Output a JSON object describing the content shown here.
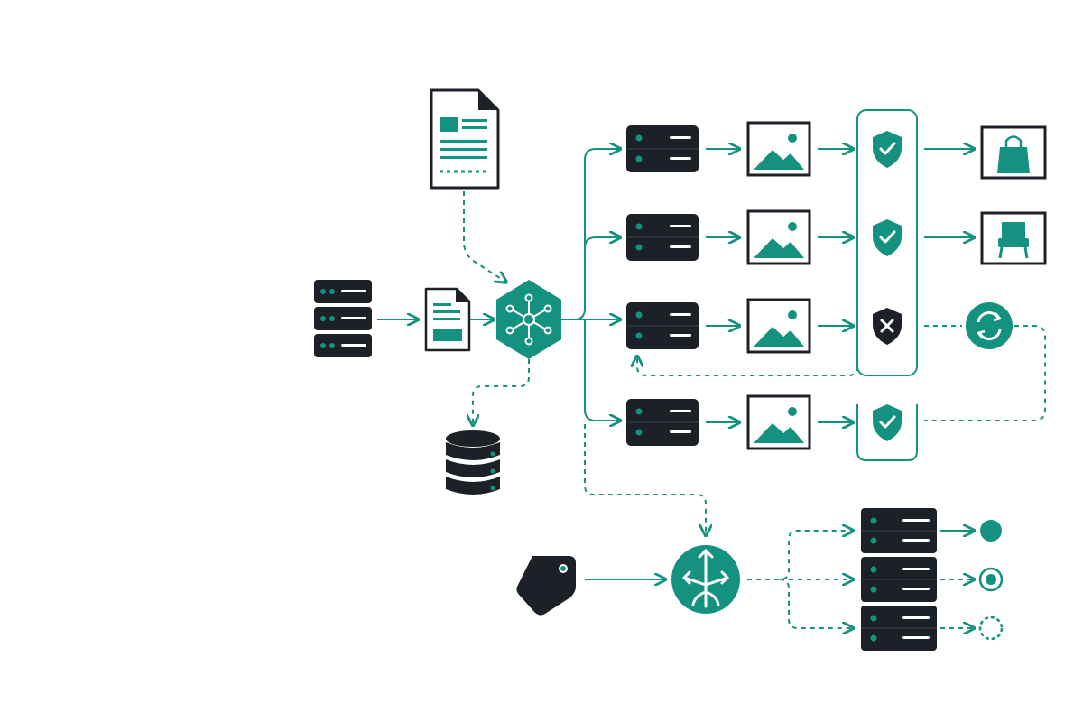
{
  "colors": {
    "teal": "#14917f",
    "dark": "#1c2128",
    "white": "#ffffff",
    "light_line": "#ffffff"
  },
  "nodes": {
    "source_server": {
      "icon": "server-stack-icon"
    },
    "input_document": {
      "icon": "document-icon"
    },
    "template_document": {
      "icon": "document-layout-icon"
    },
    "processing_hub": {
      "icon": "hub-network-icon"
    },
    "storage": {
      "icon": "database-icon"
    },
    "workers": [
      {
        "icon": "server-icon"
      },
      {
        "icon": "server-icon"
      },
      {
        "icon": "server-icon"
      },
      {
        "icon": "server-icon"
      }
    ],
    "images": [
      {
        "icon": "image-icon"
      },
      {
        "icon": "image-icon"
      },
      {
        "icon": "image-icon"
      },
      {
        "icon": "image-icon"
      }
    ],
    "validation": [
      {
        "icon": "shield-check-icon",
        "status": "approved"
      },
      {
        "icon": "shield-check-icon",
        "status": "approved"
      },
      {
        "icon": "shield-x-icon",
        "status": "rejected"
      },
      {
        "icon": "shield-check-icon",
        "status": "approved"
      }
    ],
    "outputs": [
      {
        "icon": "shopping-bag-icon"
      },
      {
        "icon": "chair-icon"
      }
    ],
    "retry": {
      "icon": "refresh-icon"
    },
    "tag": {
      "icon": "tag-icon"
    },
    "router": {
      "icon": "split-arrows-icon"
    },
    "destinations": [
      {
        "icon": "server-icon",
        "state": "filled"
      },
      {
        "icon": "server-icon",
        "state": "ring"
      },
      {
        "icon": "server-icon",
        "state": "dashed"
      }
    ]
  }
}
